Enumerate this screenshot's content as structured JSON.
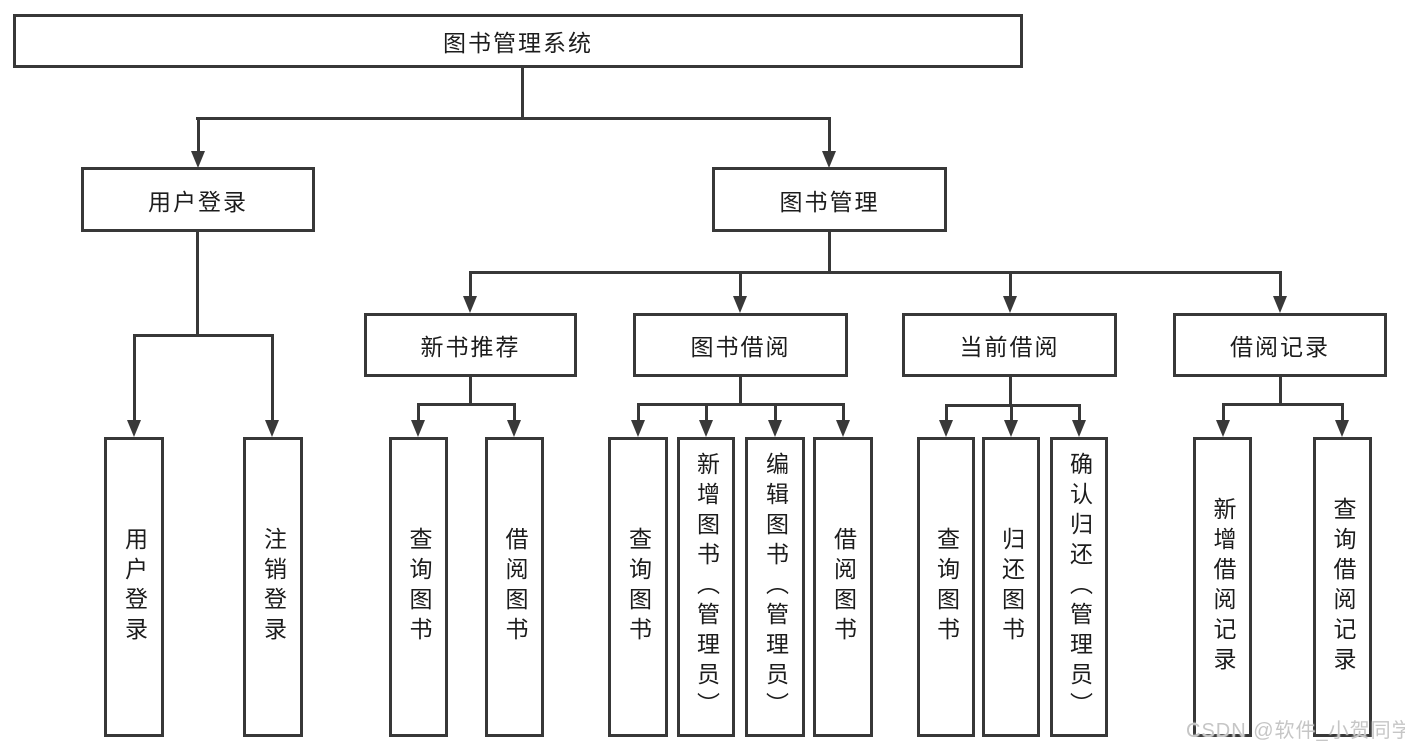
{
  "diagram": {
    "type": "hierarchy-tree",
    "nodes": {
      "root": {
        "label": "图书管理系统"
      },
      "level2": [
        {
          "label": "用户登录"
        },
        {
          "label": "图书管理"
        }
      ],
      "level3": [
        {
          "parent": "图书管理",
          "label": "新书推荐"
        },
        {
          "parent": "图书管理",
          "label": "图书借阅"
        },
        {
          "parent": "图书管理",
          "label": "当前借阅"
        },
        {
          "parent": "图书管理",
          "label": "借阅记录"
        }
      ],
      "leaves": [
        {
          "parent": "用户登录",
          "label": "用户登录"
        },
        {
          "parent": "用户登录",
          "label": "注销登录"
        },
        {
          "parent": "新书推荐",
          "label": "查询图书"
        },
        {
          "parent": "新书推荐",
          "label": "借阅图书"
        },
        {
          "parent": "图书借阅",
          "label": "查询图书"
        },
        {
          "parent": "图书借阅",
          "label": "新增图书（管理员）"
        },
        {
          "parent": "图书借阅",
          "label": "编辑图书（管理员）"
        },
        {
          "parent": "图书借阅",
          "label": "借阅图书"
        },
        {
          "parent": "当前借阅",
          "label": "查询图书"
        },
        {
          "parent": "当前借阅",
          "label": "归还图书"
        },
        {
          "parent": "当前借阅",
          "label": "确认归还（管理员）"
        },
        {
          "parent": "借阅记录",
          "label": "新增借阅记录"
        },
        {
          "parent": "借阅记录",
          "label": "查询借阅记录"
        }
      ]
    },
    "colors": {
      "line": "#383838",
      "box_border": "#383838",
      "text": "#1c1c1c",
      "background": "#ffffff",
      "watermark": "#c6c6c6"
    }
  },
  "watermark": {
    "text": "CSDN @软件_小贺同学"
  }
}
